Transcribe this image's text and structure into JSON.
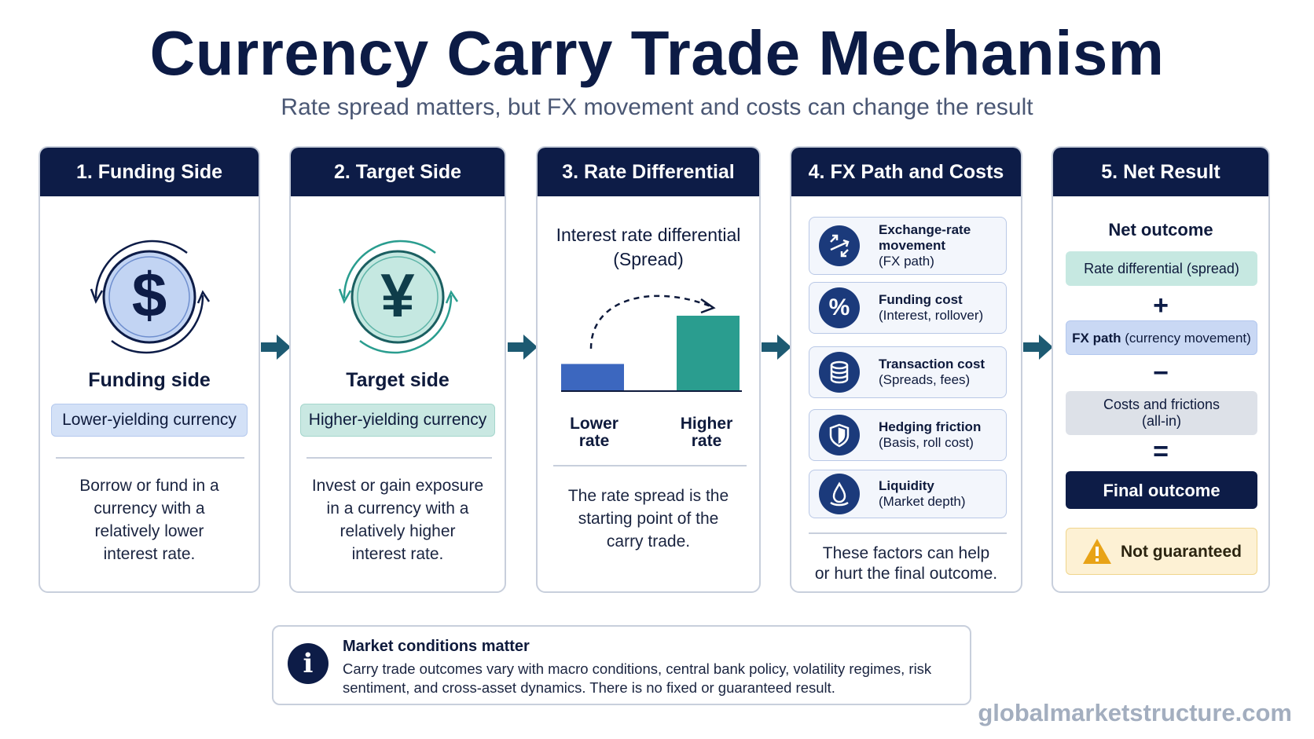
{
  "title": "Currency Carry Trade Mechanism",
  "subtitle": "Rate spread matters, but FX movement and costs can change the result",
  "steps": [
    {
      "header": "1. Funding Side",
      "icon": "dollar-icon",
      "symbol": "$",
      "label": "Funding side",
      "pill": "Lower-yielding currency",
      "desc": [
        "Borrow or fund in a",
        "currency with a",
        "relatively lower",
        "interest rate."
      ]
    },
    {
      "header": "2. Target Side",
      "icon": "yen-icon",
      "symbol": "¥",
      "label": "Target side",
      "pill": "Higher-yielding currency",
      "desc": [
        "Invest or gain exposure",
        "in a currency with a",
        "relatively higher",
        "interest rate."
      ]
    },
    {
      "header": "3. Rate Differential",
      "diff_title": [
        "Interest rate differential",
        "(Spread)"
      ],
      "bars": [
        {
          "label": [
            "Lower",
            "rate"
          ],
          "level": 0.36,
          "color": "#3c67bf"
        },
        {
          "label": [
            "Higher",
            "rate"
          ],
          "level": 1.0,
          "color": "#2a9d8f"
        }
      ],
      "desc": [
        "The rate spread is the",
        "starting point of the",
        "carry trade."
      ]
    },
    {
      "header": "4. FX Path and Costs",
      "factors": [
        {
          "icon": "exchange-arrows-icon",
          "title": [
            "Exchange-rate",
            "movement"
          ],
          "sub": "(FX path)"
        },
        {
          "icon": "percent-icon",
          "title": [
            "Funding cost"
          ],
          "sub": "(Interest, rollover)"
        },
        {
          "icon": "coin-stack-icon",
          "title": [
            "Transaction cost"
          ],
          "sub": "(Spreads, fees)"
        },
        {
          "icon": "shield-icon",
          "title": [
            "Hedging friction"
          ],
          "sub": "(Basis, roll cost)"
        },
        {
          "icon": "droplet-icon",
          "title": [
            "Liquidity"
          ],
          "sub": "(Market depth)"
        }
      ],
      "desc": [
        "These factors can help",
        "or hurt the final outcome."
      ]
    },
    {
      "header": "5. Net Result",
      "net_title": "Net outcome",
      "spread": "Rate differential (spread)",
      "plus": "+",
      "fx_bold": "FX path",
      "fx_rest": " (currency movement)",
      "minus": "−",
      "costs": [
        "Costs and frictions",
        "(all-in)"
      ],
      "equals": "=",
      "final": "Final outcome",
      "warning": "Not guaranteed"
    }
  ],
  "info": {
    "title": "Market conditions matter",
    "body": "Carry trade outcomes vary with macro conditions, central bank policy, volatility regimes, risk sentiment, and cross-asset dynamics. There is no fixed or guaranteed result.",
    "icon": "info-icon",
    "icon_char": "i"
  },
  "footer": "globalmarketstructure.com",
  "colors": {
    "navy": "#0d1c47",
    "teal": "#2a9d8f",
    "blue": "#3c67bf",
    "warning": "#e8a317"
  }
}
